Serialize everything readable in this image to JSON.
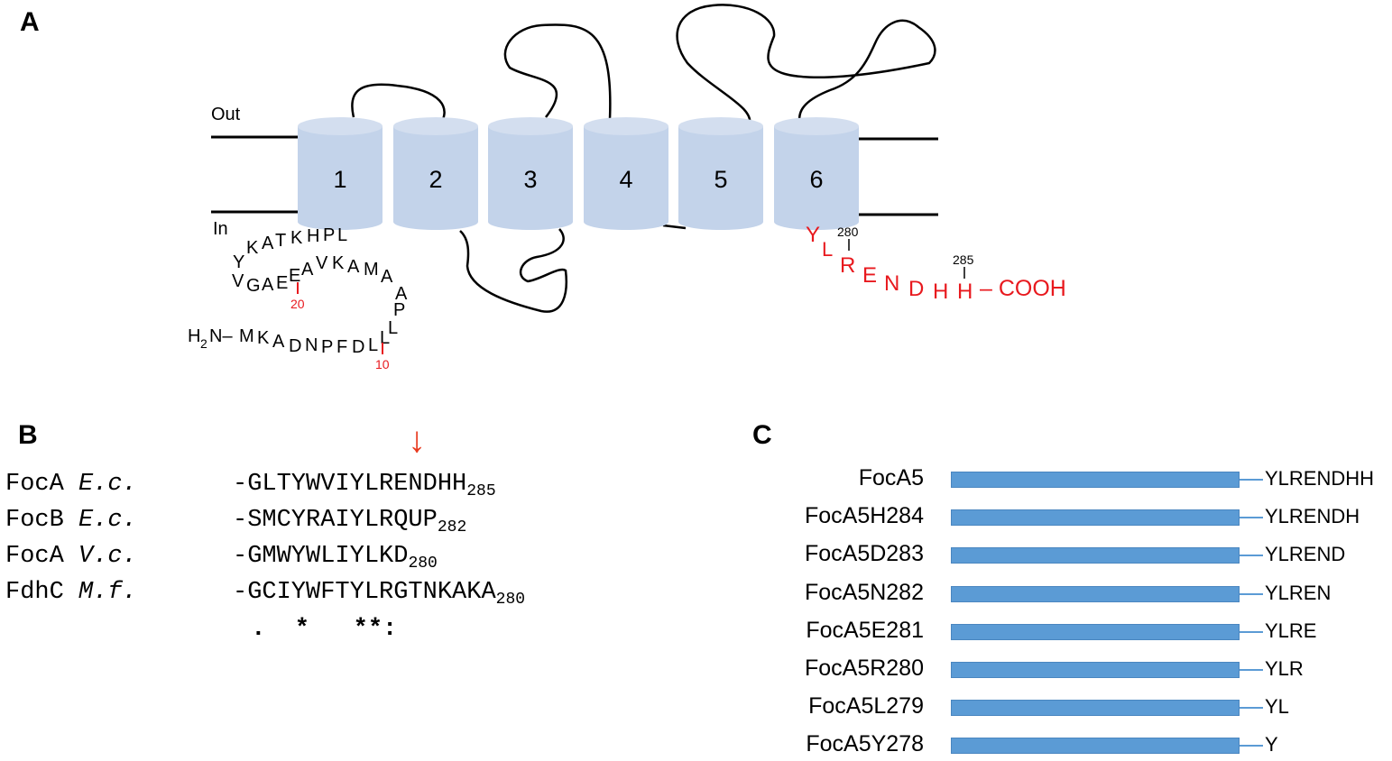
{
  "panels": {
    "a": "A",
    "b": "B",
    "c": "C"
  },
  "topology": {
    "out_label": "Out",
    "in_label": "In",
    "helices": [
      "1",
      "2",
      "3",
      "4",
      "5",
      "6"
    ],
    "nterm_prefix": "H",
    "nterm_sub": "2",
    "nterm_rest": "N–",
    "nterm_residues": [
      "M",
      "K",
      "A",
      "D",
      "N",
      "P",
      "F",
      "D",
      "L",
      "L",
      "L",
      "P",
      "A",
      "A",
      "M",
      "A",
      "K",
      "V",
      "A",
      "E",
      "E",
      "A",
      "G",
      "V",
      "Y",
      "K",
      "A",
      "T",
      "K",
      "H",
      "P",
      "L"
    ],
    "marker_10": "10",
    "marker_20": "20",
    "cterm_residues": [
      "Y",
      "L",
      "R",
      "E",
      "N",
      "D",
      "H",
      "H"
    ],
    "marker_280": "280",
    "marker_285": "285",
    "cooh": "– COOH",
    "colors": {
      "helix": "#c3d3ea",
      "highlight": "#e8191e"
    }
  },
  "alignment": {
    "rows": [
      {
        "protein": "FocA",
        "organism": "E.c.",
        "seq": "-GLTYWVIYLRENDHH",
        "end": "285"
      },
      {
        "protein": "FocB",
        "organism": "E.c.",
        "seq": "-SMCYRAIYLRQUP",
        "end": "282"
      },
      {
        "protein": "FocA",
        "organism": "V.c.",
        "seq": "-GMWYWLIYLKD",
        "end": "280"
      },
      {
        "protein": "FdhC",
        "organism": "M.f.",
        "seq": "-GCIYWFTYLRGTNKAKA",
        "end": "280"
      }
    ],
    "consensus": " .  *   **:",
    "arrow": "↓",
    "arrow_color": "#e8391e"
  },
  "constructs": {
    "items": [
      {
        "name": "FocA5",
        "tail": "YLRENDHH"
      },
      {
        "name": "FocA5H284",
        "tail": "YLRENDH"
      },
      {
        "name": "FocA5D283",
        "tail": "YLREND"
      },
      {
        "name": "FocA5N282",
        "tail": "YLREN"
      },
      {
        "name": "FocA5E281",
        "tail": "YLRE"
      },
      {
        "name": "FocA5R280",
        "tail": "YLR"
      },
      {
        "name": "FocA5L279",
        "tail": "YL"
      },
      {
        "name": "FocA5Y278",
        "tail": "Y"
      }
    ],
    "bar_color": "#5b9bd5"
  }
}
